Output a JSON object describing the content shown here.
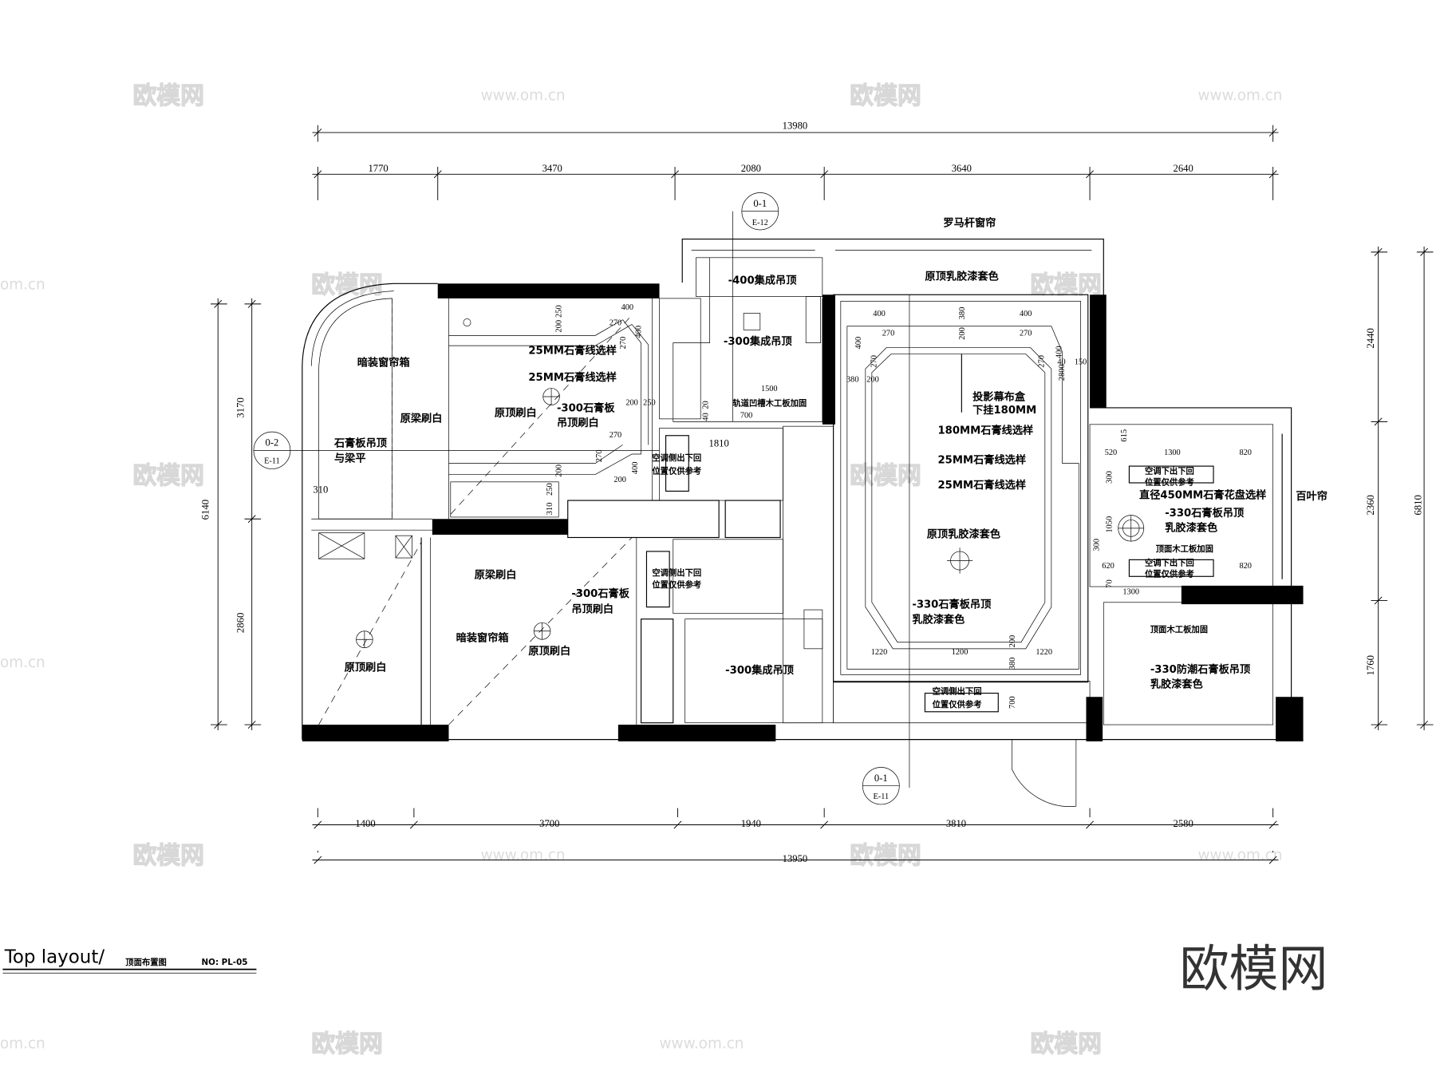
{
  "dimensions": {
    "top_total": "13980",
    "top_segments": [
      "1770",
      "3470",
      "2080",
      "3640",
      "2640"
    ],
    "bottom_segments": [
      "1400",
      "3700",
      "1940",
      "3810",
      "2580"
    ],
    "bottom_total": "13950",
    "left_total": "6140",
    "left_segments": [
      "3170",
      "2860"
    ],
    "right_total": "6810",
    "right_segments": [
      "2440",
      "2360",
      "1760"
    ],
    "left_room": {
      "d310": "310"
    },
    "dining": {
      "d400a": "400",
      "d270a": "270",
      "d270b": "270",
      "d400b": "400",
      "d250a": "250",
      "d200a": "200",
      "d200b": "200",
      "d250b": "250",
      "d270c": "270",
      "d270d": "270",
      "d400c": "400",
      "d200c": "200",
      "d200d": "200",
      "d250c": "250",
      "d310": "310",
      "d1810": "1810"
    },
    "kitchen": {
      "d1500": "1500",
      "d700": "700",
      "d20": "20",
      "d40": "40"
    },
    "living": {
      "d400a": "400",
      "d400b": "400",
      "d270a": "270",
      "d270b": "270",
      "d400c": "400",
      "d400d": "400",
      "d270c": "270",
      "d270d": "270",
      "d380a": "380",
      "d200a": "200",
      "d380b": "380",
      "d200b": "200",
      "d2800": "2800",
      "d40": "40",
      "d150": "150",
      "d1220a": "1220",
      "d1200": "1200",
      "d1220b": "1220",
      "d200c": "200",
      "d380c": "380",
      "d700": "700"
    },
    "bedroom": {
      "d615": "615",
      "d520": "520",
      "d1300a": "1300",
      "d820a": "820",
      "d300a": "300",
      "d1050": "1050",
      "d300b": "300",
      "d620": "620",
      "d820b": "820",
      "d70": "70",
      "d1300b": "1300"
    }
  },
  "labels": {
    "left_curtain_box": "暗装窗帘箱",
    "left_beam_white": "原梁刷白",
    "left_gypsum_ceiling": "石膏板吊顶",
    "left_gypsum_flush": "与梁平",
    "dining_line1": "25MM石膏线选样",
    "dining_line2": "25MM石膏线选样",
    "dining_ceiling_white": "原顶刷白",
    "dining_gypsum_300": "-300石膏板",
    "dining_gypsum_300b": "吊顶刷白",
    "dining_ac1": "空调侧出下回",
    "dining_ac2": "位置仅供参考",
    "kitchen_400": "-400集成吊顶",
    "kitchen_300": "-300集成吊顶",
    "kitchen_track": "轨道凹槽木工板加固",
    "living_roman_curtain": "罗马杆窗帘",
    "living_latex_top": "原顶乳胶漆套色",
    "living_projector1": "投影幕布盒",
    "living_projector2": "下挂180MM",
    "living_line180": "180MM石膏线选样",
    "living_line25a": "25MM石膏线选样",
    "living_line25b": "25MM石膏线选样",
    "living_latex_center": "原顶乳胶漆套色",
    "living_gypsum_330": "-330石膏板吊顶",
    "living_gypsum_330b": "乳胶漆套色",
    "living_ac1": "空调侧出下回",
    "living_ac2": "位置仅供参考",
    "bed_ac_top1": "空调下出下回",
    "bed_ac_top2": "位置仅供参考",
    "bed_rose": "直径450MM石膏花盘选样",
    "bed_gypsum_330": "-330石膏板吊顶",
    "bed_gypsum_330b": "乳胶漆套色",
    "bed_wood_reinforce": "顶面木工板加固",
    "bed_ac_bot1": "空调下出下回",
    "bed_ac_bot2": "位置仅供参考",
    "bed_blinds": "百叶帘",
    "bath_wood_reinforce": "顶面木工板加固",
    "bath_gypsum": "-330防潮石膏板吊顶",
    "bath_gypsum_b": "乳胶漆套色",
    "lower_beam_white": "原梁刷白",
    "lower_gypsum_300": "-300石膏板",
    "lower_gypsum_300b": "吊顶刷白",
    "lower_curtain_box": "暗装窗帘箱",
    "lower_ceiling_white": "原顶刷白",
    "lower_left_ceiling_white": "原顶刷白",
    "lower_ac1": "空调侧出下回",
    "lower_ac2": "位置仅供参考",
    "lower_kitchen_300": "-300集成吊顶"
  },
  "section_markers": [
    {
      "id": "0-1",
      "sheet": "E-12"
    },
    {
      "id": "0-2",
      "sheet": "E-11"
    },
    {
      "id": "0-1",
      "sheet": "E-11"
    }
  ],
  "title_block": {
    "title": "Top layout/",
    "subtitle": "顶面布置图",
    "number": "NO:  PL-05"
  },
  "watermarks": {
    "logo": "欧模网",
    "url": "www.om.cn",
    "url_partial": "om.cn"
  }
}
